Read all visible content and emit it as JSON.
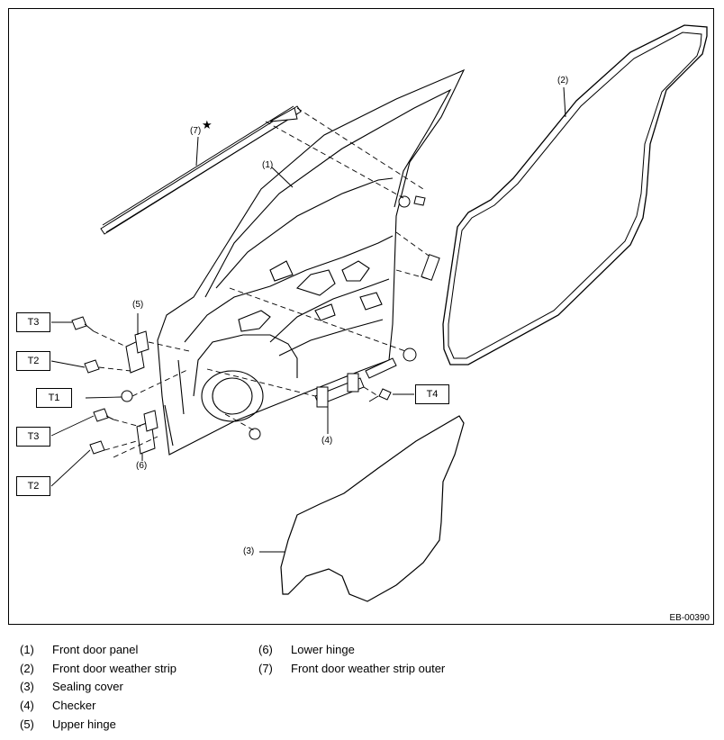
{
  "diagram": {
    "figure_code": "EB-00390",
    "torque_callouts": [
      {
        "id": "T3",
        "label": "T3"
      },
      {
        "id": "T2",
        "label": "T2"
      },
      {
        "id": "T1",
        "label": "T1"
      },
      {
        "id": "T3b",
        "label": "T3"
      },
      {
        "id": "T2b",
        "label": "T2"
      },
      {
        "id": "T4",
        "label": "T4"
      }
    ],
    "part_labels": {
      "p1": "(1)",
      "p2": "(2)",
      "p3": "(3)",
      "p4": "(4)",
      "p5": "(5)",
      "p6": "(6)",
      "p7": "(7)",
      "star": "★"
    }
  },
  "legend": [
    {
      "num": "(1)",
      "text": "Front door panel"
    },
    {
      "num": "(2)",
      "text": "Front door weather strip"
    },
    {
      "num": "(3)",
      "text": "Sealing cover"
    },
    {
      "num": "(4)",
      "text": "Checker"
    },
    {
      "num": "(5)",
      "text": "Upper hinge"
    },
    {
      "num": "(6)",
      "text": "Lower hinge"
    },
    {
      "num": "(7)",
      "text": "Front door weather strip outer"
    }
  ]
}
